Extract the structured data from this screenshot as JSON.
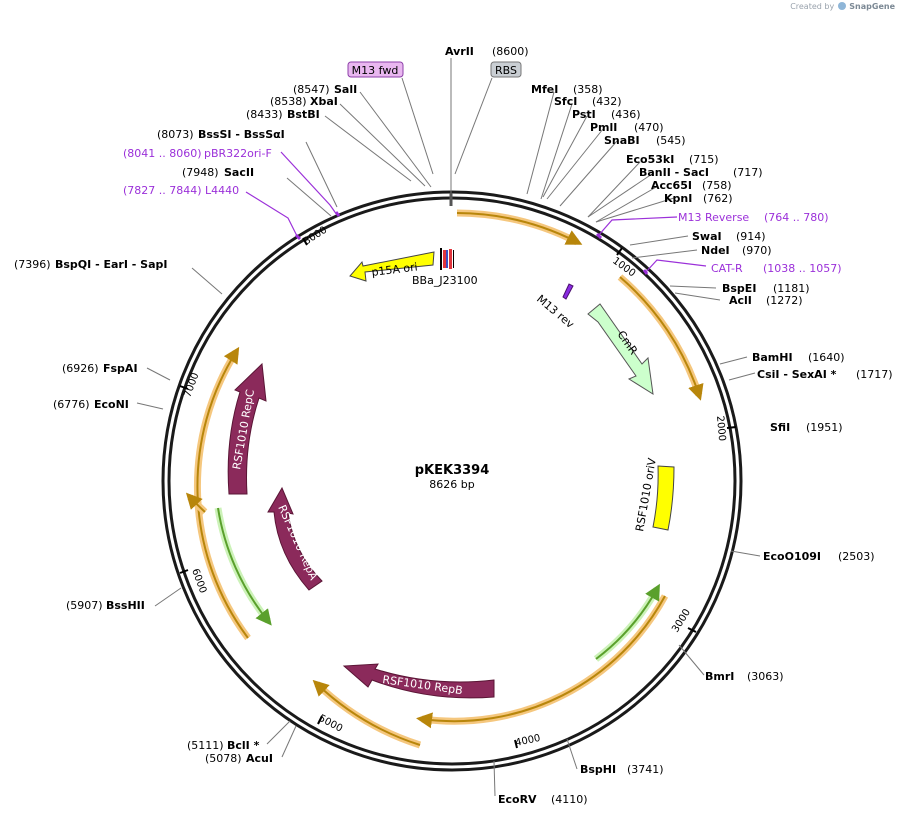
{
  "credit": {
    "prefix": "Created by",
    "brand": "SnapGene"
  },
  "map": {
    "name": "pKEK3394",
    "length_label": "8626 bp",
    "length": 8626
  },
  "ticks": [
    {
      "bp": 1000,
      "label": "1000"
    },
    {
      "bp": 2000,
      "label": "2000"
    },
    {
      "bp": 3000,
      "label": "3000"
    },
    {
      "bp": 4000,
      "label": "4000"
    },
    {
      "bp": 5000,
      "label": "5000"
    },
    {
      "bp": 6000,
      "label": "6000"
    },
    {
      "bp": 7000,
      "label": "7000"
    },
    {
      "bp": 8000,
      "label": "8000"
    }
  ],
  "sites": [
    {
      "enzyme": "AvrII",
      "position": "(8600)"
    },
    {
      "enzyme": "MfeI",
      "position": "(358)"
    },
    {
      "enzyme": "SfcI",
      "position": "(432)"
    },
    {
      "enzyme": "PstI",
      "position": "(436)"
    },
    {
      "enzyme": "PmlI",
      "position": "(470)"
    },
    {
      "enzyme": "SnaBI",
      "position": "(545)"
    },
    {
      "enzyme": "Eco53kI",
      "position": "(715)"
    },
    {
      "enzyme": "BanII - SacI",
      "position": "(717)"
    },
    {
      "enzyme": "Acc65I",
      "position": "(758)"
    },
    {
      "enzyme": "KpnI",
      "position": "(762)"
    },
    {
      "enzyme": "SwaI",
      "position": "(914)"
    },
    {
      "enzyme": "NdeI",
      "position": "(970)"
    },
    {
      "enzyme": "BspEI",
      "position": "(1181)"
    },
    {
      "enzyme": "AclI",
      "position": "(1272)"
    },
    {
      "enzyme": "BamHI",
      "position": "(1640)"
    },
    {
      "enzyme": "CsiI - SexAI *",
      "position": "(1717)"
    },
    {
      "enzyme": "SfiI",
      "position": "(1951)"
    },
    {
      "enzyme": "EcoO109I",
      "position": "(2503)"
    },
    {
      "enzyme": "BmrI",
      "position": "(3063)"
    },
    {
      "enzyme": "BspHI",
      "position": "(3741)"
    },
    {
      "enzyme": "EcoRV",
      "position": "(4110)"
    },
    {
      "enzyme": "BclI *",
      "position": "(5111)"
    },
    {
      "enzyme": "AcuI",
      "position": "(5078)"
    },
    {
      "enzyme": "BssHII",
      "position": "(5907)"
    },
    {
      "enzyme": "EcoNI",
      "position": "(6776)"
    },
    {
      "enzyme": "FspAI",
      "position": "(6926)"
    },
    {
      "enzyme": "BspQI - EarI - SapI",
      "position": "(7396)"
    },
    {
      "enzyme": "SacII",
      "position": "(7948)"
    },
    {
      "enzyme": "BssSI - BssSαI",
      "position": "(8073)"
    },
    {
      "enzyme": "BstBI",
      "position": "(8433)"
    },
    {
      "enzyme": "XbaI",
      "position": "(8538)"
    },
    {
      "enzyme": "SalI",
      "position": "(8547)"
    }
  ],
  "primers": [
    {
      "name": "M13 Reverse",
      "range": "(764 .. 780)"
    },
    {
      "name": "CAT-R",
      "range": "(1038 .. 1057)"
    },
    {
      "name": "pBR322ori-F",
      "range": "(8041 .. 8060)"
    },
    {
      "name": "L4440",
      "range": "(7827 .. 7844)"
    }
  ],
  "boxed_labels": [
    {
      "text": "M13 fwd",
      "fill": "#e9b7f0",
      "stroke": "#8c3fa8"
    },
    {
      "text": "RBS",
      "fill": "#c9ced3",
      "stroke": "#777777"
    }
  ],
  "features": [
    {
      "name": "p15A ori",
      "color": "#ffff00"
    },
    {
      "name": "BBa_J23100",
      "color": "#000000"
    },
    {
      "name": "M13 rev",
      "color": "#8a2be2"
    },
    {
      "name": "CmR",
      "color": "#ccffcc"
    },
    {
      "name": "RSF1010 oriV",
      "color": "#ffff00"
    },
    {
      "name": "RSF1010 RepC",
      "color": "#8b2a5b"
    },
    {
      "name": "RSF1010 RepA",
      "color": "#8b2a5b"
    },
    {
      "name": "RSF1010 RepB",
      "color": "#8b2a5b"
    }
  ],
  "colors": {
    "backbone": "#1a1a1a",
    "orf_outline": "#f5c77e",
    "orf_line": "#b8860b",
    "green_line": "#5aa02c",
    "primer": "#9b30d9",
    "feature_dark": "#8b2a5b"
  }
}
